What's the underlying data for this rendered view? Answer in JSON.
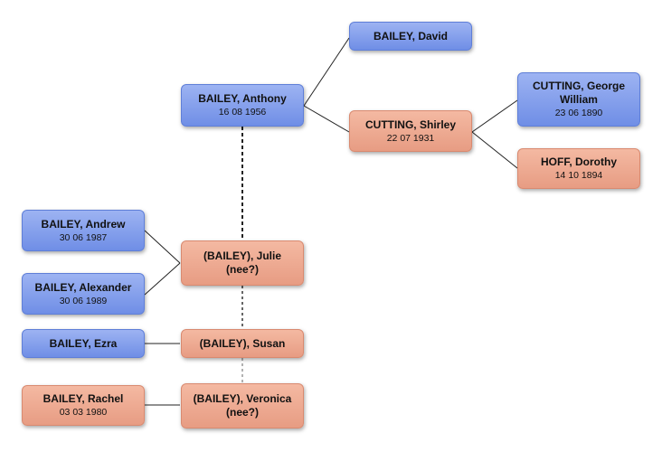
{
  "people": {
    "david": {
      "name": "BAILEY, David"
    },
    "anthony": {
      "name": "BAILEY, Anthony",
      "date": "16 08 1956"
    },
    "shirley": {
      "name": "CUTTING, Shirley",
      "date": "22 07 1931"
    },
    "george": {
      "name": "CUTTING, George William",
      "date": "23 06 1890"
    },
    "dorothy": {
      "name": "HOFF, Dorothy",
      "date": "14 10 1894"
    },
    "andrew": {
      "name": "BAILEY, Andrew",
      "date": "30 06 1987"
    },
    "alexander": {
      "name": "BAILEY, Alexander",
      "date": "30 06 1989"
    },
    "julie": {
      "name": "(BAILEY), Julie (nee?)"
    },
    "ezra": {
      "name": "BAILEY, Ezra"
    },
    "susan": {
      "name": "(BAILEY), Susan"
    },
    "rachel": {
      "name": "BAILEY, Rachel",
      "date": "03 03 1980"
    },
    "veronica": {
      "name": "(BAILEY), Veronica (nee?)"
    }
  },
  "colors": {
    "male": "#7f9cec",
    "female": "#eaa68d"
  }
}
